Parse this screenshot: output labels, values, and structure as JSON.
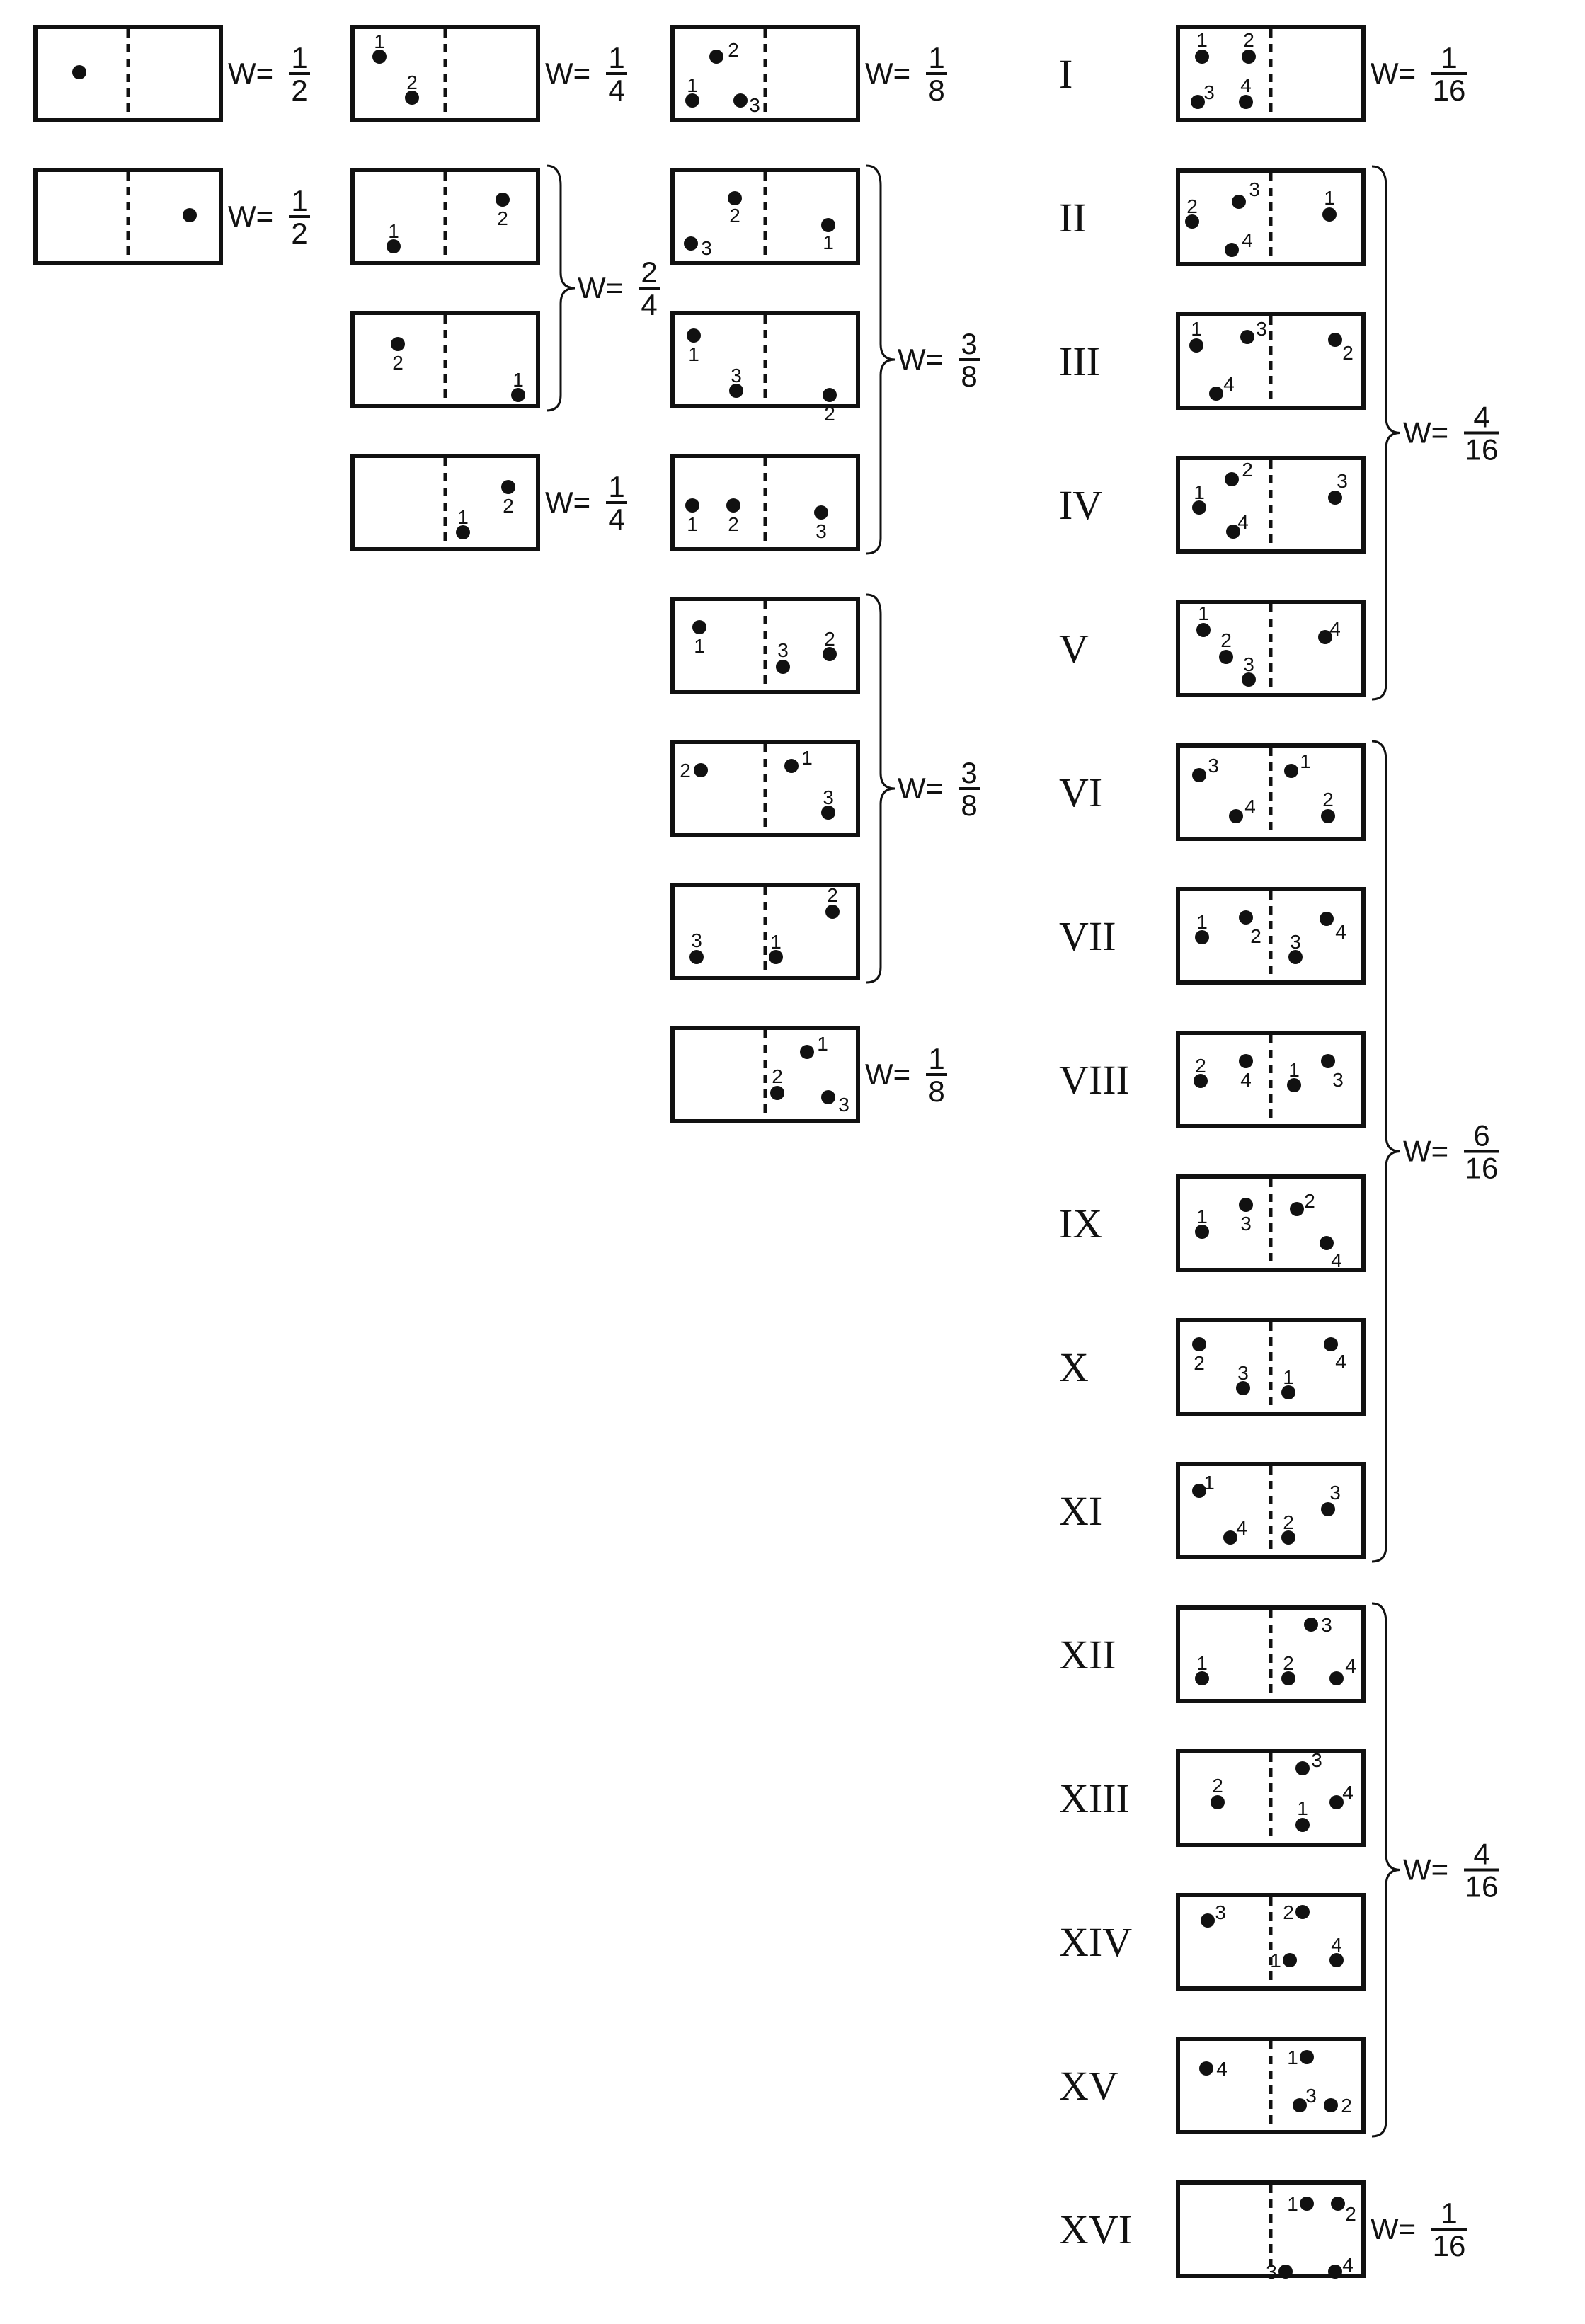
{
  "weight_prefix": "W=",
  "columns": [
    {
      "id": "n1",
      "boxes": [
        {
          "dots": [
            {
              "side": "left",
              "label": ""
            }
          ]
        },
        {
          "dots": [
            {
              "side": "right",
              "label": ""
            }
          ]
        }
      ],
      "weights": [
        {
          "num": "1",
          "den": "2",
          "covers": [
            0
          ]
        },
        {
          "num": "1",
          "den": "2",
          "covers": [
            1
          ]
        }
      ]
    },
    {
      "id": "n2",
      "boxes": [
        {
          "dots": [
            {
              "side": "left",
              "label": "1"
            },
            {
              "side": "left",
              "label": "2"
            }
          ]
        },
        {
          "dots": [
            {
              "side": "left",
              "label": "1"
            },
            {
              "side": "right",
              "label": "2"
            }
          ]
        },
        {
          "dots": [
            {
              "side": "left",
              "label": "2"
            },
            {
              "side": "right",
              "label": "1"
            }
          ]
        },
        {
          "dots": [
            {
              "side": "right",
              "label": "1"
            },
            {
              "side": "right",
              "label": "2"
            }
          ]
        }
      ],
      "weights": [
        {
          "num": "1",
          "den": "4",
          "covers": [
            0
          ]
        },
        {
          "num": "2",
          "den": "4",
          "covers": [
            1,
            2
          ]
        },
        {
          "num": "1",
          "den": "4",
          "covers": [
            3
          ]
        }
      ]
    },
    {
      "id": "n3",
      "boxes": [
        {
          "dots": [
            {
              "side": "left",
              "label": "2"
            },
            {
              "side": "left",
              "label": "1"
            },
            {
              "side": "left",
              "label": "3"
            }
          ]
        },
        {
          "dots": [
            {
              "side": "left",
              "label": "2"
            },
            {
              "side": "left",
              "label": "3"
            },
            {
              "side": "right",
              "label": "1"
            }
          ]
        },
        {
          "dots": [
            {
              "side": "left",
              "label": "1"
            },
            {
              "side": "left",
              "label": "3"
            },
            {
              "side": "right",
              "label": "2"
            }
          ]
        },
        {
          "dots": [
            {
              "side": "left",
              "label": "1"
            },
            {
              "side": "left",
              "label": "2"
            },
            {
              "side": "right",
              "label": "3"
            }
          ]
        },
        {
          "dots": [
            {
              "side": "left",
              "label": "1"
            },
            {
              "side": "right",
              "label": "3"
            },
            {
              "side": "right",
              "label": "2"
            }
          ]
        },
        {
          "dots": [
            {
              "side": "left",
              "label": "2"
            },
            {
              "side": "right",
              "label": "1"
            },
            {
              "side": "right",
              "label": "3"
            }
          ]
        },
        {
          "dots": [
            {
              "side": "left",
              "label": "3"
            },
            {
              "side": "right",
              "label": "2"
            },
            {
              "side": "right",
              "label": "1"
            }
          ]
        },
        {
          "dots": [
            {
              "side": "right",
              "label": "2"
            },
            {
              "side": "right",
              "label": "1"
            },
            {
              "side": "right",
              "label": "3"
            }
          ]
        }
      ],
      "weights": [
        {
          "num": "1",
          "den": "8",
          "covers": [
            0
          ]
        },
        {
          "num": "3",
          "den": "8",
          "covers": [
            1,
            2,
            3
          ]
        },
        {
          "num": "3",
          "den": "8",
          "covers": [
            4,
            5,
            6
          ]
        },
        {
          "num": "1",
          "den": "8",
          "covers": [
            7
          ]
        }
      ]
    },
    {
      "id": "n4",
      "boxes": [
        {
          "roman": "I",
          "dots": [
            {
              "side": "left",
              "label": "1"
            },
            {
              "side": "left",
              "label": "2"
            },
            {
              "side": "left",
              "label": "3"
            },
            {
              "side": "left",
              "label": "4"
            }
          ]
        },
        {
          "roman": "II",
          "dots": [
            {
              "side": "left",
              "label": "2"
            },
            {
              "side": "left",
              "label": "3"
            },
            {
              "side": "left",
              "label": "4"
            },
            {
              "side": "right",
              "label": "1"
            }
          ]
        },
        {
          "roman": "III",
          "dots": [
            {
              "side": "left",
              "label": "1"
            },
            {
              "side": "left",
              "label": "3"
            },
            {
              "side": "left",
              "label": "4"
            },
            {
              "side": "right",
              "label": "2"
            }
          ]
        },
        {
          "roman": "IV",
          "dots": [
            {
              "side": "left",
              "label": "1"
            },
            {
              "side": "left",
              "label": "2"
            },
            {
              "side": "left",
              "label": "4"
            },
            {
              "side": "right",
              "label": "3"
            }
          ]
        },
        {
          "roman": "V",
          "dots": [
            {
              "side": "left",
              "label": "1"
            },
            {
              "side": "left",
              "label": "2"
            },
            {
              "side": "left",
              "label": "3"
            },
            {
              "side": "right",
              "label": "4"
            }
          ]
        },
        {
          "roman": "VI",
          "dots": [
            {
              "side": "left",
              "label": "3"
            },
            {
              "side": "left",
              "label": "4"
            },
            {
              "side": "right",
              "label": "1"
            },
            {
              "side": "right",
              "label": "2"
            }
          ]
        },
        {
          "roman": "VII",
          "dots": [
            {
              "side": "left",
              "label": "1"
            },
            {
              "side": "left",
              "label": "2"
            },
            {
              "side": "right",
              "label": "3"
            },
            {
              "side": "right",
              "label": "4"
            }
          ]
        },
        {
          "roman": "VIII",
          "dots": [
            {
              "side": "left",
              "label": "2"
            },
            {
              "side": "left",
              "label": "4"
            },
            {
              "side": "right",
              "label": "1"
            },
            {
              "side": "right",
              "label": "3"
            }
          ]
        },
        {
          "roman": "IX",
          "dots": [
            {
              "side": "left",
              "label": "1"
            },
            {
              "side": "left",
              "label": "3"
            },
            {
              "side": "right",
              "label": "2"
            },
            {
              "side": "right",
              "label": "4"
            }
          ]
        },
        {
          "roman": "X",
          "dots": [
            {
              "side": "left",
              "label": "2"
            },
            {
              "side": "left",
              "label": "3"
            },
            {
              "side": "right",
              "label": "1"
            },
            {
              "side": "right",
              "label": "4"
            }
          ]
        },
        {
          "roman": "XI",
          "dots": [
            {
              "side": "left",
              "label": "1"
            },
            {
              "side": "left",
              "label": "4"
            },
            {
              "side": "right",
              "label": "2"
            },
            {
              "side": "right",
              "label": "3"
            }
          ]
        },
        {
          "roman": "XII",
          "dots": [
            {
              "side": "left",
              "label": "1"
            },
            {
              "side": "right",
              "label": "3"
            },
            {
              "side": "right",
              "label": "2"
            },
            {
              "side": "right",
              "label": "4"
            }
          ]
        },
        {
          "roman": "XIII",
          "dots": [
            {
              "side": "left",
              "label": "2"
            },
            {
              "side": "right",
              "label": "3"
            },
            {
              "side": "right",
              "label": "4"
            },
            {
              "side": "right",
              "label": "1"
            }
          ]
        },
        {
          "roman": "XIV",
          "dots": [
            {
              "side": "left",
              "label": "3"
            },
            {
              "side": "right",
              "label": "2"
            },
            {
              "side": "right",
              "label": "1"
            },
            {
              "side": "right",
              "label": "4"
            }
          ]
        },
        {
          "roman": "XV",
          "dots": [
            {
              "side": "left",
              "label": "4"
            },
            {
              "side": "right",
              "label": "1"
            },
            {
              "side": "right",
              "label": "3"
            },
            {
              "side": "right",
              "label": "2"
            }
          ]
        },
        {
          "roman": "XVI",
          "dots": [
            {
              "side": "right",
              "label": "1"
            },
            {
              "side": "right",
              "label": "2"
            },
            {
              "side": "right",
              "label": "3"
            },
            {
              "side": "right",
              "label": "4"
            }
          ]
        }
      ],
      "weights": [
        {
          "num": "1",
          "den": "16",
          "covers": [
            0
          ]
        },
        {
          "num": "4",
          "den": "16",
          "covers": [
            1,
            2,
            3,
            4
          ]
        },
        {
          "num": "6",
          "den": "16",
          "covers": [
            5,
            6,
            7,
            8,
            9,
            10
          ]
        },
        {
          "num": "4",
          "den": "16",
          "covers": [
            11,
            12,
            13,
            14
          ]
        },
        {
          "num": "1",
          "den": "16",
          "covers": [
            15
          ]
        }
      ]
    }
  ]
}
